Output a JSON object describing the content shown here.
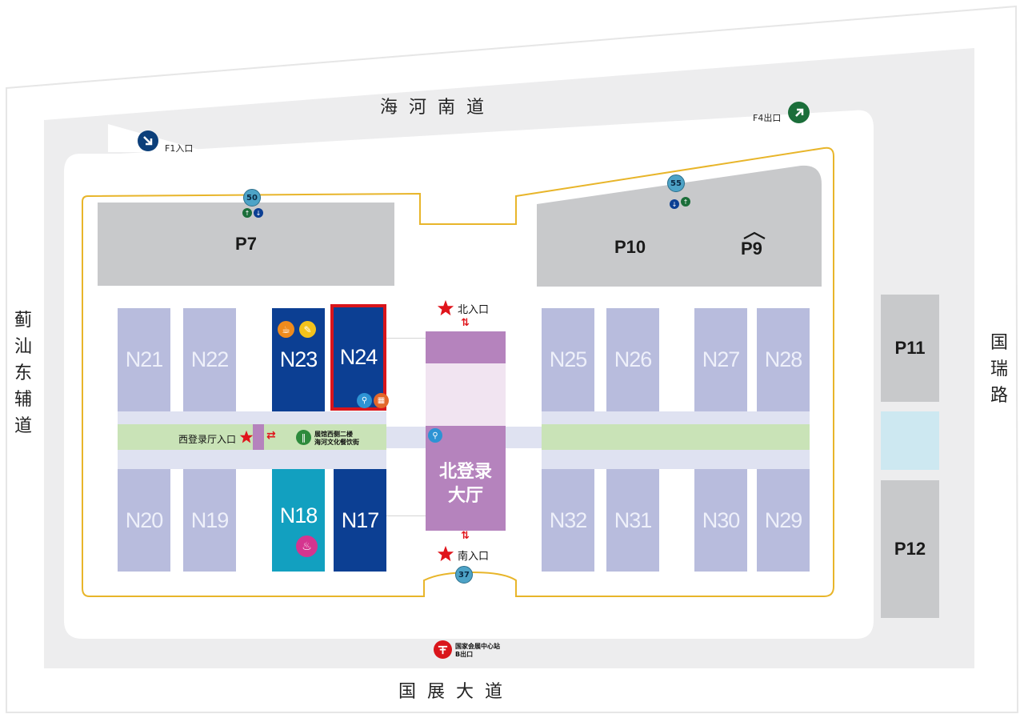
{
  "roads": {
    "north": "海河南道",
    "south": "国展大道",
    "west": "蓟汕东辅道",
    "east": "国瑞路"
  },
  "gates": {
    "f1": "F1入口",
    "f4": "F4出口"
  },
  "parking": {
    "p7": "P7",
    "p10": "P10",
    "p9": "P9",
    "p11": "P11",
    "p12": "P12"
  },
  "badges": {
    "b50": "50",
    "b55": "55",
    "b37": "37"
  },
  "halls": {
    "n21": "N21",
    "n22": "N22",
    "n23": "N23",
    "n24": "N24",
    "n25": "N25",
    "n26": "N26",
    "n27": "N27",
    "n28": "N28",
    "n20": "N20",
    "n19": "N19",
    "n18": "N18",
    "n17": "N17",
    "n32": "N32",
    "n31": "N31",
    "n30": "N30",
    "n29": "N29"
  },
  "entrances": {
    "north": "北入口",
    "south": "南入口",
    "west": "西登录厅入口"
  },
  "lobby": {
    "line1": "北登录",
    "line2": "大厅"
  },
  "dining": {
    "line1": "展馆西侧二楼",
    "line2": "海河文化餐饮街"
  },
  "metro": {
    "line1": "国家会展中心站",
    "line2": "B出口"
  },
  "colors": {
    "highlight": "#d9151b",
    "star": "#e0141b",
    "corridor": "#c9e3b7",
    "lobby": "#b583bd",
    "route": "#e8b52a"
  }
}
